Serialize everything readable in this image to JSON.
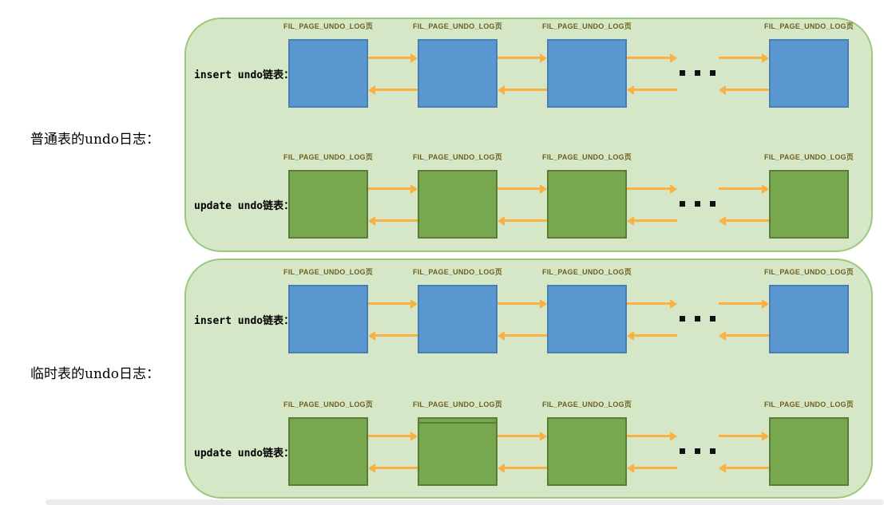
{
  "colors": {
    "container_fill": "#d6e7c8",
    "container_border": "#9cc87e",
    "blue_fill": "#5b97d1",
    "blue_border": "#4a7fb5",
    "green_fill": "#77a84f",
    "green_border": "#597d34",
    "arrow": "#fbb042",
    "page_title_text": "#6f5f1d"
  },
  "icons": {
    "ellipsis": "three-square-dots",
    "forward_link": "right-arrow",
    "backward_link": "left-arrow"
  },
  "sections": [
    {
      "label": "普通表的undo日志：",
      "chains": [
        {
          "label": "insert undo链表：",
          "page_title": "FIL_PAGE_UNDO_LOG页",
          "page_color": "blue",
          "visible_page_count": 4
        },
        {
          "label": "update undo链表：",
          "page_title": "FIL_PAGE_UNDO_LOG页",
          "page_color": "green",
          "visible_page_count": 4
        }
      ]
    },
    {
      "label": "临时表的undo日志：",
      "chains": [
        {
          "label": "insert undo链表：",
          "page_title": "FIL_PAGE_UNDO_LOG页",
          "page_color": "blue",
          "visible_page_count": 4
        },
        {
          "label": "update undo链表：",
          "page_title": "FIL_PAGE_UNDO_LOG页",
          "page_color": "green",
          "visible_page_count": 4
        }
      ]
    }
  ]
}
